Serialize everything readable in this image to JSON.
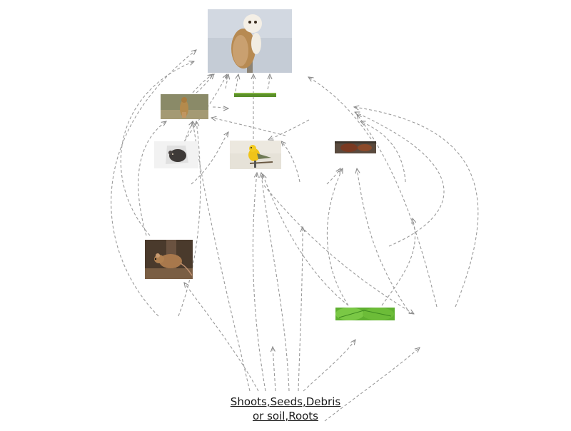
{
  "food_web": {
    "producer_label_line1": "Shoots,Seeds,Debris",
    "producer_label_line2": "or soil,Roots",
    "organisms": [
      {
        "id": "owl",
        "icon": "barn-owl-photo"
      },
      {
        "id": "weasel",
        "icon": "weasel-photo"
      },
      {
        "id": "shrew",
        "icon": "shrew-photo"
      },
      {
        "id": "bird",
        "icon": "yellow-songbird-photo"
      },
      {
        "id": "insect",
        "icon": "beetle-photo"
      },
      {
        "id": "mouse",
        "icon": "mouse-photo"
      },
      {
        "id": "leaf",
        "icon": "green-leaf-photo"
      },
      {
        "id": "strip",
        "icon": "green-plant-strip"
      }
    ]
  },
  "colors": {
    "arrow": "#9a9a9a",
    "background": "#ffffff",
    "label_text": "#1a1a1a"
  }
}
